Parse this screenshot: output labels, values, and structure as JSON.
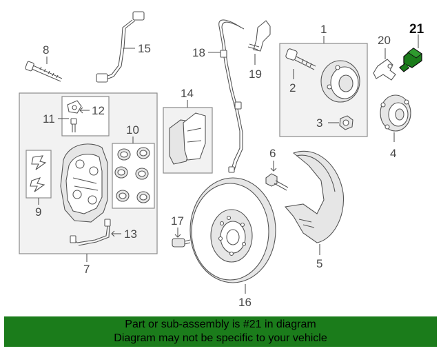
{
  "highlight_color": "#1b7c1b",
  "labels": {
    "p1": "1",
    "p2": "2",
    "p3": "3",
    "p4": "4",
    "p5": "5",
    "p6": "6",
    "p7": "7",
    "p8": "8",
    "p9": "9",
    "p10": "10",
    "p11": "11",
    "p12": "12",
    "p13": "13",
    "p14": "14",
    "p15": "15",
    "p16": "16",
    "p17": "17",
    "p18": "18",
    "p19": "19",
    "p20": "20",
    "p21": "21"
  },
  "banner": {
    "line1": "Part or sub-assembly is #21 in diagram",
    "line2": "Diagram may not be specific to your vehicle"
  }
}
